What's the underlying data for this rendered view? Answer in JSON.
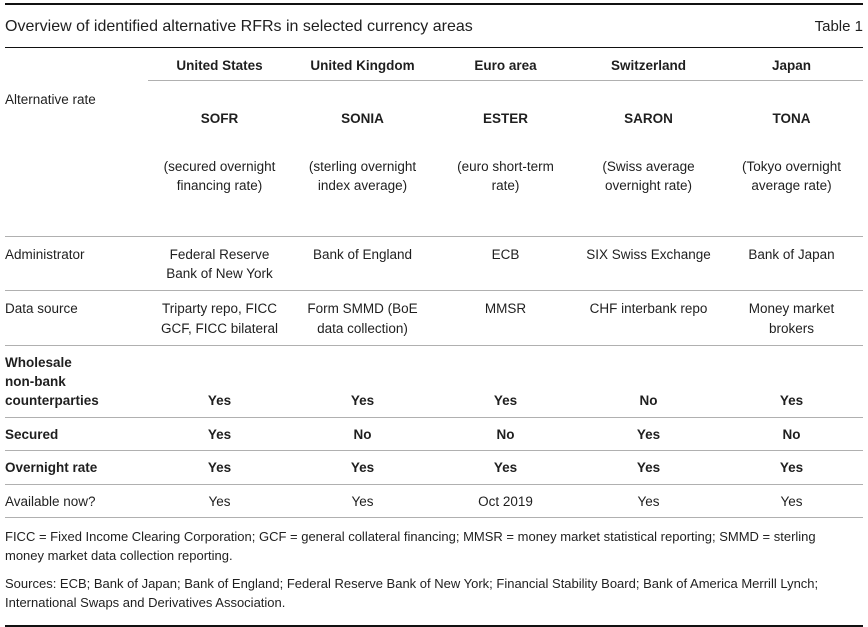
{
  "header": {
    "title": "Overview of identified alternative RFRs in selected currency areas",
    "table_label": "Table 1"
  },
  "table": {
    "columns": [
      "United States",
      "United Kingdom",
      "Euro area",
      "Switzerland",
      "Japan"
    ],
    "rows": {
      "alternative_rate": {
        "label": "Alternative rate",
        "rates": [
          "SOFR",
          "SONIA",
          "ESTER",
          "SARON",
          "TONA"
        ],
        "descriptions": [
          "(secured overnight\nfinancing rate)",
          "(sterling overnight\nindex average)",
          "(euro short-term\nrate)",
          "(Swiss average\novernight rate)",
          "(Tokyo overnight\naverage rate)"
        ]
      },
      "administrator": {
        "label": "Administrator",
        "cells": [
          "Federal Reserve\nBank of New York",
          "Bank of England",
          "ECB",
          "SIX Swiss Exchange",
          "Bank of Japan"
        ]
      },
      "data_source": {
        "label": "Data source",
        "cells": [
          "Triparty repo, FICC\nGCF, FICC bilateral",
          "Form SMMD (BoE\ndata collection)",
          "MMSR",
          "CHF interbank repo",
          "Money market\nbrokers"
        ]
      },
      "wholesale": {
        "label": "Wholesale\nnon-bank\ncounterparties",
        "cells": [
          "Yes",
          "Yes",
          "Yes",
          "No",
          "Yes"
        ]
      },
      "secured": {
        "label": "Secured",
        "cells": [
          "Yes",
          "No",
          "No",
          "Yes",
          "No"
        ]
      },
      "overnight_rate": {
        "label": "Overnight rate",
        "cells": [
          "Yes",
          "Yes",
          "Yes",
          "Yes",
          "Yes"
        ]
      },
      "available_now": {
        "label": "Available now?",
        "cells": [
          "Yes",
          "Yes",
          "Oct 2019",
          "Yes",
          "Yes"
        ]
      }
    }
  },
  "footnotes": {
    "abbreviations": "FICC = Fixed Income Clearing Corporation; GCF = general collateral financing; MMSR = money market statistical reporting; SMMD = sterling\nmoney market data collection reporting.",
    "sources": "Sources: ECB; Bank of Japan; Bank of England; Federal Reserve Bank of New York; Financial Stability Board; Bank of America Merrill Lynch;\nInternational Swaps and Derivatives Association."
  },
  "colors": {
    "rule_dark": "#111111",
    "rule_gray": "#b0b0b0",
    "text": "#1f1f1f",
    "background": "#ffffff"
  }
}
